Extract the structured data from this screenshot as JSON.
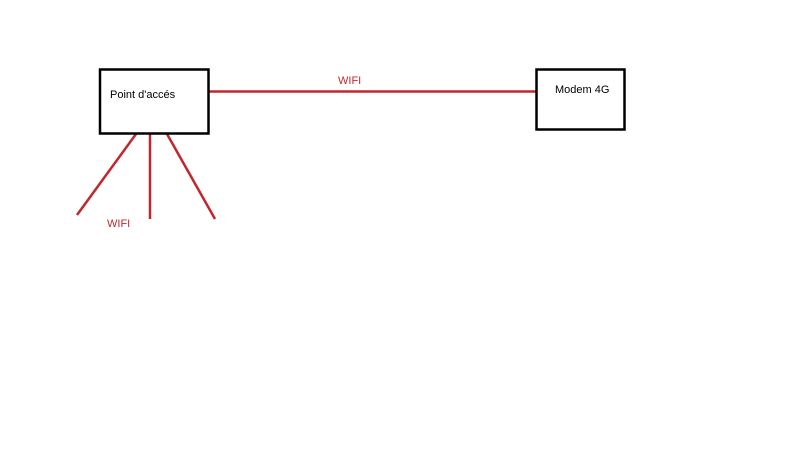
{
  "diagram": {
    "nodes": {
      "access_point": {
        "label": "Point d'accés"
      },
      "modem": {
        "label": "Modem 4G"
      }
    },
    "links": {
      "uplink": {
        "label": "WIFI"
      },
      "clients": {
        "label": "WIFI"
      }
    },
    "colors": {
      "box_stroke": "#000000",
      "link": "#c0282d",
      "text": "#000000",
      "link_text": "#c0282d"
    }
  }
}
